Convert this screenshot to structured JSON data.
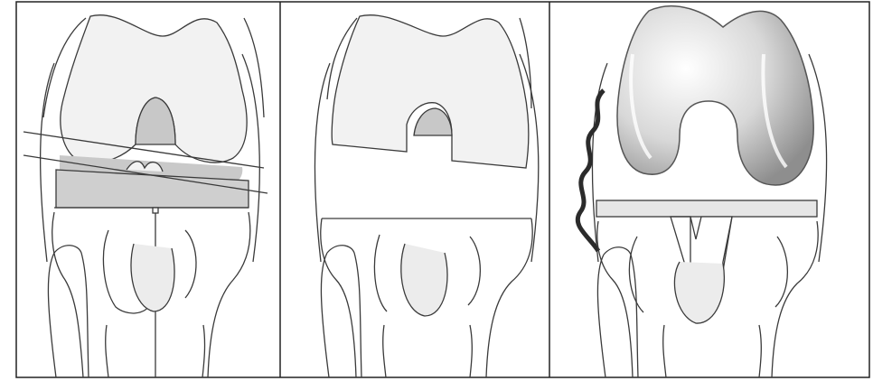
{
  "figure": {
    "panels": [
      {
        "id": "bone-cuts",
        "depicts": "femoral-and-tibial-resection-planes"
      },
      {
        "id": "resected",
        "depicts": "knee-after-bone-resection"
      },
      {
        "id": "implanted",
        "depicts": "knee-with-femoral-and-tibial-components"
      }
    ],
    "colors": {
      "outline": "#3a3a3a",
      "bone_fill": "#f0f0f0",
      "shade": "#c8c8c8",
      "implant_dark": "#9a9a9a",
      "ligament": "#333333",
      "background": "#ffffff"
    }
  }
}
